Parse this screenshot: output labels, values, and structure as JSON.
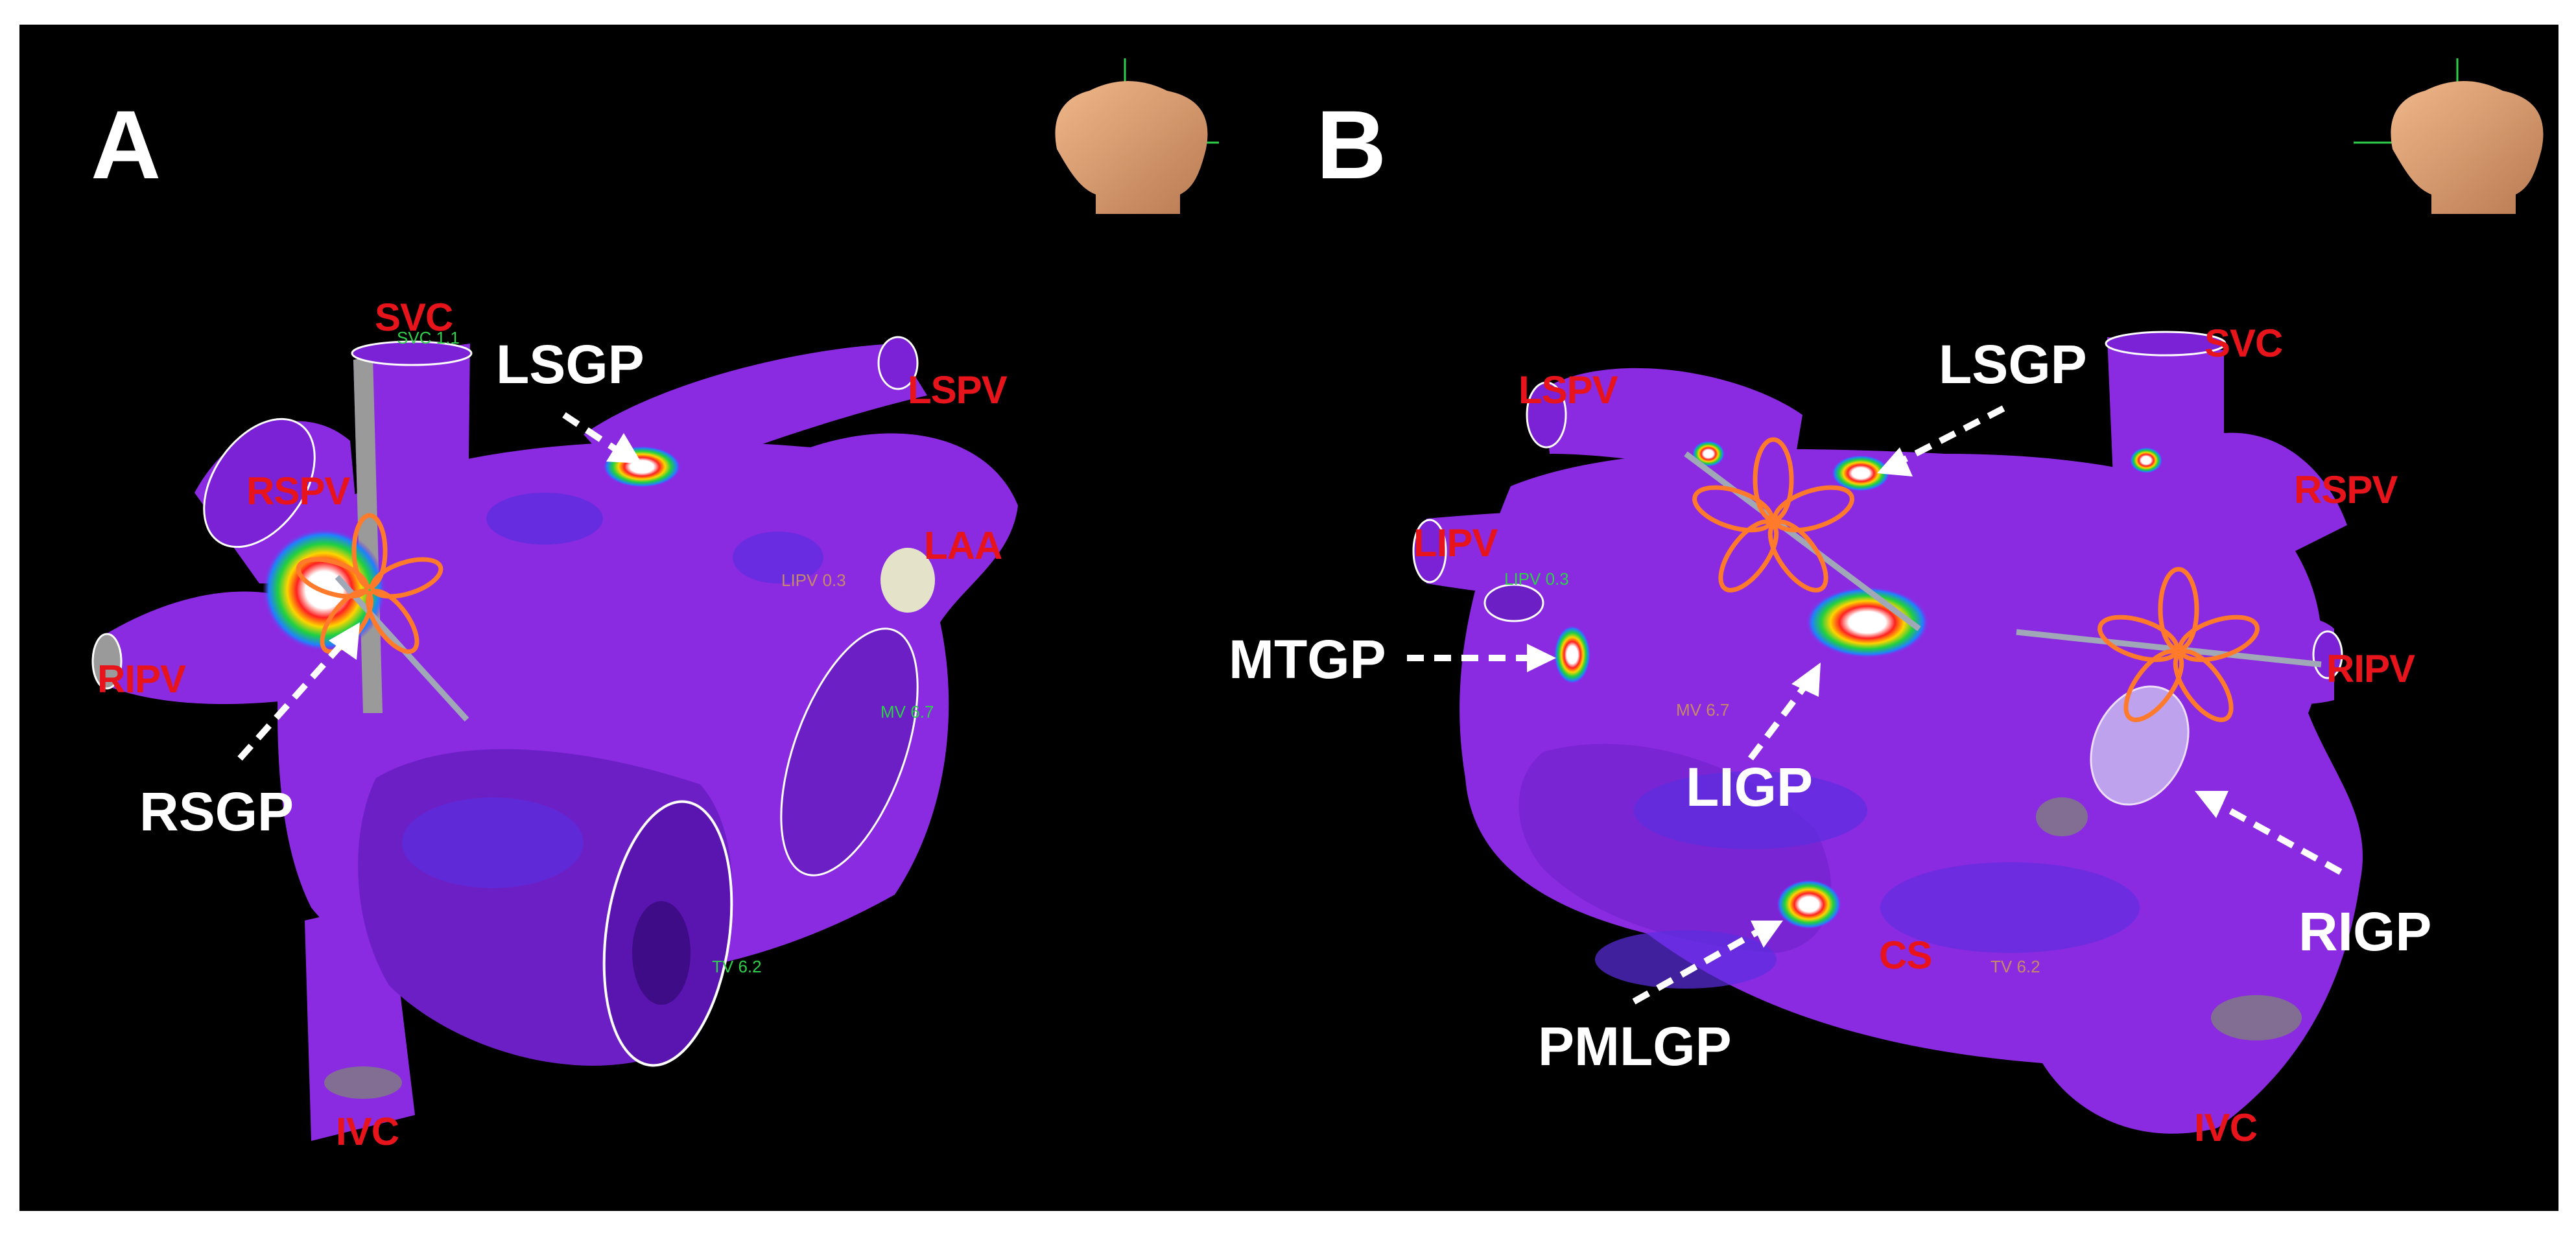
{
  "panels": [
    {
      "letter": "A",
      "gp_labels": {
        "lsgp": "LSGP",
        "rsgp": "RSGP"
      },
      "anatomy_labels": {
        "svc": "SVC",
        "lspv": "LSPV",
        "rspv": "RSPV",
        "laa": "LAA",
        "ripv": "RIPV",
        "ivc": "IVC"
      },
      "map_labels": {
        "svc": "SVC 1.1",
        "lipv": "LIPV 0.3",
        "mv": "MV 6.7",
        "tv": "TV 6.2"
      }
    },
    {
      "letter": "B",
      "gp_labels": {
        "lsgp": "LSGP",
        "mtgp": "MTGP",
        "ligp": "LIGP",
        "rigp": "RIGP",
        "pmlgp": "PMLGP"
      },
      "anatomy_labels": {
        "lspv": "LSPV",
        "svc": "SVC",
        "rspv": "RSPV",
        "lipv": "LIPV",
        "ripv": "RIPV",
        "cs": "CS",
        "ivc": "IVC"
      },
      "map_labels": {
        "lipv": "LIPV 0.3",
        "mv": "MV 6.7",
        "tv": "TV 6.2"
      }
    }
  ],
  "colors": {
    "background": "#000000",
    "chamber": "#8a2be2",
    "label_red": "#e8141b",
    "label_white": "#ffffff",
    "arrow": "#ffffff"
  },
  "icons": [
    "torso-orientation-icon",
    "ablation-catheter-icon",
    "voltage-hotspot-icon"
  ]
}
